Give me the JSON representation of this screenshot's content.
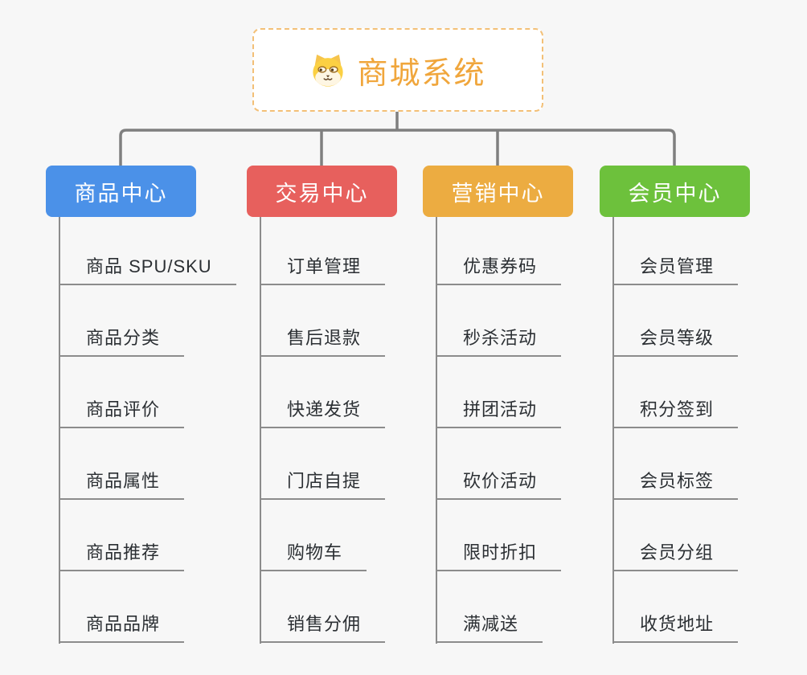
{
  "page": {
    "background": "#F7F7F7"
  },
  "root": {
    "title": "商城系统",
    "accent": "#F0A63C",
    "border_color": "#F3C077",
    "icon": "dog-face-icon"
  },
  "connector_color": "#7f7f7f",
  "line_color": "#8c8c8c",
  "branches": [
    {
      "label": "商品中心",
      "color": "#4B91E8",
      "items": [
        "商品 SPU/SKU",
        "商品分类",
        "商品评价",
        "商品属性",
        "商品推荐",
        "商品品牌"
      ]
    },
    {
      "label": "交易中心",
      "color": "#E7605D",
      "items": [
        "订单管理",
        "售后退款",
        "快递发货",
        "门店自提",
        "购物车",
        "销售分佣"
      ]
    },
    {
      "label": "营销中心",
      "color": "#ECAC41",
      "items": [
        "优惠券码",
        "秒杀活动",
        "拼团活动",
        "砍价活动",
        "限时折扣",
        "满减送"
      ]
    },
    {
      "label": "会员中心",
      "color": "#6DC13C",
      "items": [
        "会员管理",
        "会员等级",
        "积分签到",
        "会员标签",
        "会员分组",
        "收货地址"
      ]
    }
  ]
}
